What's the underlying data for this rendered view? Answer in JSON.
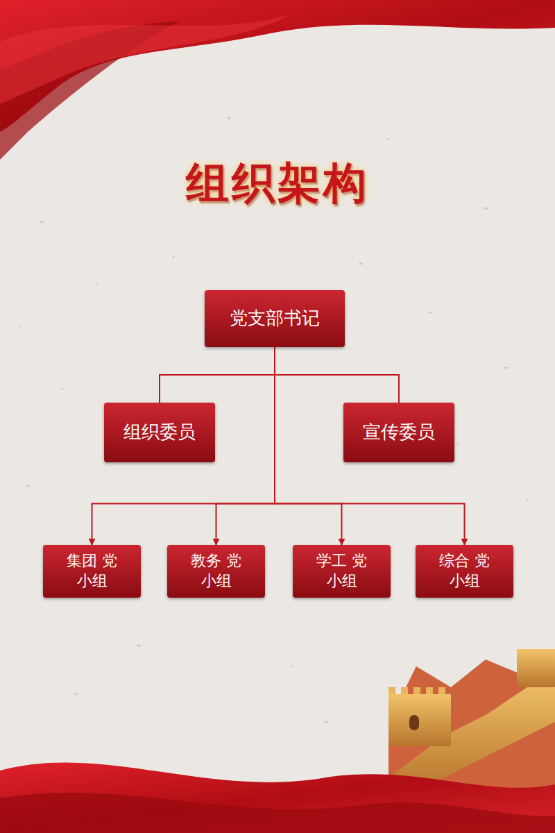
{
  "diagram": {
    "title": "组织架构",
    "nodes": [
      {
        "text": [
          "党支部书记"
        ]
      },
      {
        "text": [
          "组织委员"
        ]
      },
      {
        "text": [
          "宣传委员"
        ]
      },
      {
        "text": [
          "集团 党小组"
        ]
      },
      {
        "text": [
          "教务 党小组"
        ]
      },
      {
        "text": [
          "学工 党小组"
        ]
      },
      {
        "text": [
          "综合 党小组"
        ]
      }
    ],
    "edges": [
      {
        "from": 0,
        "to": 1,
        "arrow": "none"
      },
      {
        "from": 0,
        "to": 2,
        "arrow": "none"
      },
      {
        "from": 0,
        "to": 3,
        "arrow": "to"
      },
      {
        "from": 0,
        "to": 4,
        "arrow": "to"
      },
      {
        "from": 0,
        "to": 5,
        "arrow": "to"
      },
      {
        "from": 0,
        "to": 6,
        "arrow": "to"
      }
    ]
  }
}
